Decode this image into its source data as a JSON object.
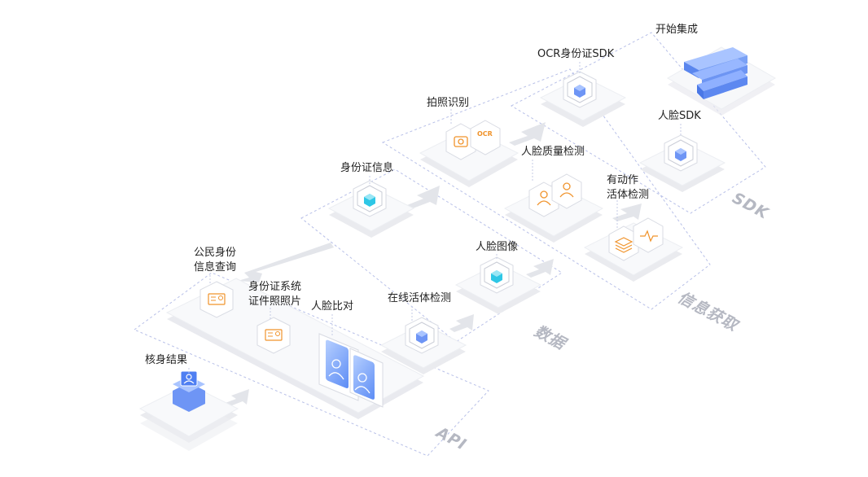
{
  "nodes": {
    "start": "开始集成",
    "ocr_sdk": "OCR身份证SDK",
    "face_sdk": "人脸SDK",
    "photo_ocr": "拍照识别",
    "face_quality": "人脸质量检测",
    "action_liveness": "有动作\n活体检测",
    "id_info": "身份证信息",
    "face_image": "人脸图像",
    "citizen_query": "公民身份\n信息查询",
    "id_system_photo": "身份证系统\n证件照照片",
    "face_compare": "人脸比对",
    "online_liveness": "在线活体检测",
    "result": "核身结果"
  },
  "groups": {
    "sdk": "SDK",
    "info": "信息获取",
    "data": "数据",
    "api": "API"
  },
  "icons": {
    "ocr_badge": "OCR"
  },
  "colors": {
    "blue": "#5b8cf7",
    "cyan": "#2ec7e6",
    "orange": "#f0932b",
    "arrow": "#e3e5ea",
    "dash": "#b8c0e8"
  }
}
